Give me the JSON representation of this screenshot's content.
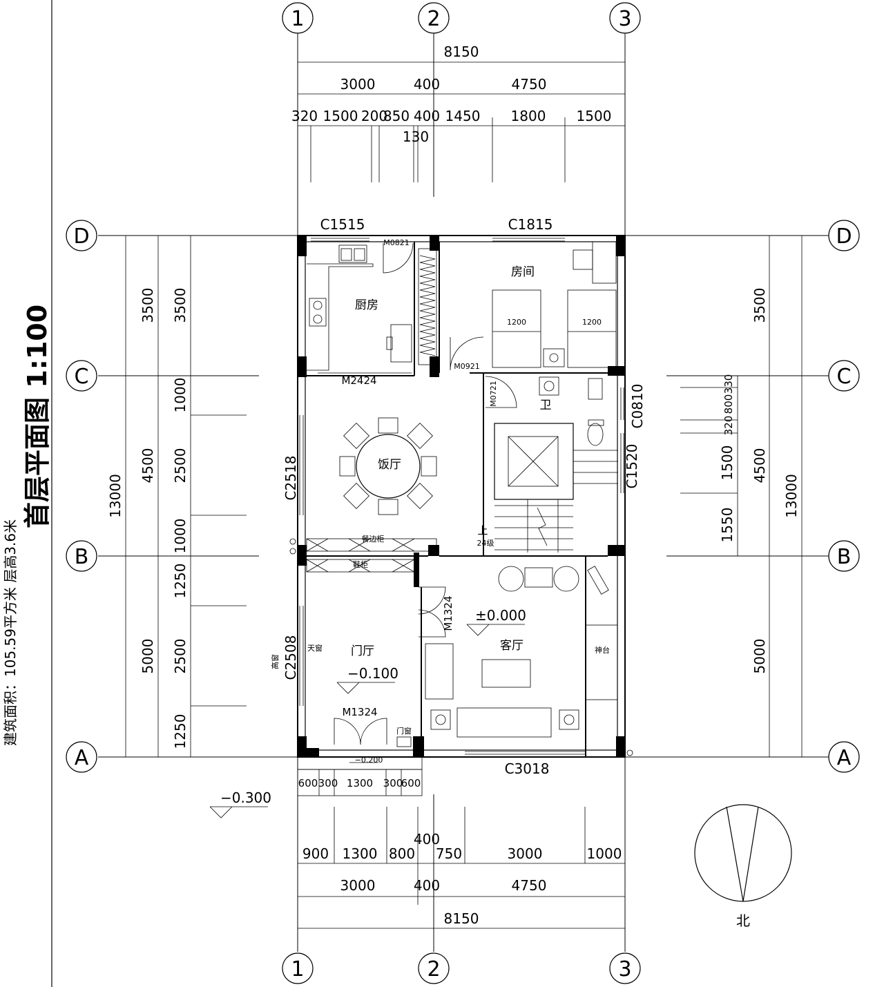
{
  "drawing": {
    "title": "首层平面图  1:100",
    "subtitle": "建筑面积：105.59平方米  层高3.6米"
  },
  "axes": {
    "vertical": [
      "1",
      "2",
      "3"
    ],
    "horizontal": [
      "D",
      "C",
      "B",
      "A"
    ]
  },
  "top_dims": {
    "total": "8150",
    "row2": [
      "3000",
      "400",
      "4750"
    ],
    "row3": [
      "320",
      "1500",
      "200",
      "850",
      "400",
      "1450",
      "1800",
      "1500"
    ],
    "extra": "130"
  },
  "bottom_dims": {
    "entry": [
      "600",
      "300",
      "1300",
      "300",
      "600"
    ],
    "row1": [
      "900",
      "1300",
      "800",
      "750",
      "3000",
      "1000"
    ],
    "row1_extra": "400",
    "row2": [
      "3000",
      "400",
      "4750"
    ],
    "total": "8150"
  },
  "left_dims": {
    "total": "13000",
    "mid": [
      "3500",
      "4500",
      "5000"
    ],
    "inner": [
      "3500",
      "1000",
      "2500",
      "1000",
      "1250",
      "2500",
      "1250"
    ]
  },
  "right_dims": {
    "total": "13000",
    "mid": [
      "3500",
      "4500",
      "5000"
    ],
    "inner": [
      "330",
      "800",
      "320",
      "1500",
      "1550"
    ]
  },
  "rooms": {
    "kitchen": "厨房",
    "bedroom": "房间",
    "dining": "饭厅",
    "foyer": "门厅",
    "living": "客厅",
    "bath": "卫"
  },
  "windows": {
    "c1515": "C1515",
    "c1815": "C1815",
    "c2518": "C2518",
    "c2508": "C2508",
    "c0810": "C0810",
    "c1520": "C1520",
    "c3018": "C3018"
  },
  "doors": {
    "m0821": "M0821",
    "m2424": "M2424",
    "m0921": "M0921",
    "m0721": "M0721",
    "m1324_inner": "M1324",
    "m1324_front": "M1324"
  },
  "labels": {
    "bed1": "1200",
    "bed2": "1200",
    "stairs_up": "上",
    "stairs_steps": "24级",
    "sideboard": "餐边柜",
    "shoe_cabinet": "鞋柜",
    "skylight": "天窗",
    "high_window": "高窗",
    "door_window": "门窗",
    "altar": "神台",
    "north": "北"
  },
  "elevations": {
    "living": "±0.000",
    "foyer": "−0.100",
    "entry_step": "−0.200",
    "exterior": "−0.300"
  }
}
